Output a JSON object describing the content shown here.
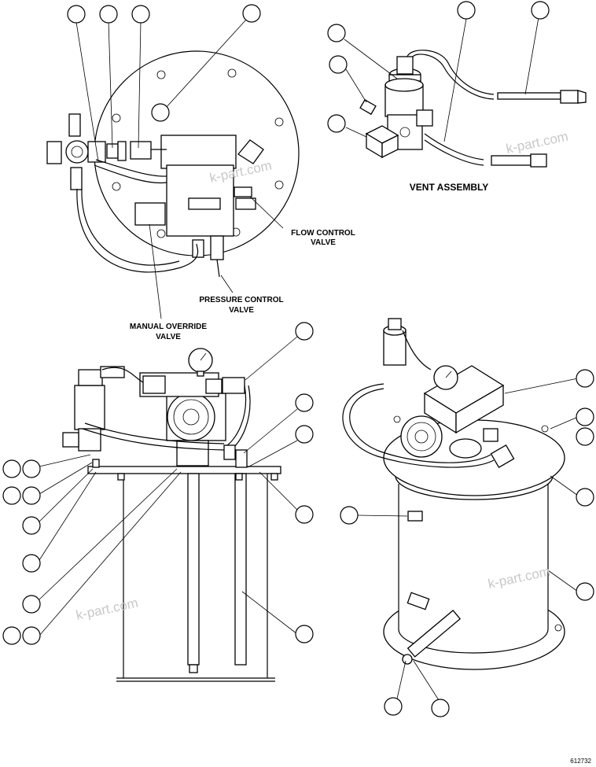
{
  "labels": {
    "flow_control_1": "FLOW CONTROL",
    "flow_control_2": "VALVE",
    "pressure_control_1": "PRESSURE CONTROL",
    "pressure_control_2": "VALVE",
    "manual_override_1": "MANUAL OVERRIDE",
    "manual_override_2": "VALVE",
    "vent_assembly": "VENT ASSEMBLY"
  },
  "watermark": "k-part.com",
  "figure_number": "612732"
}
